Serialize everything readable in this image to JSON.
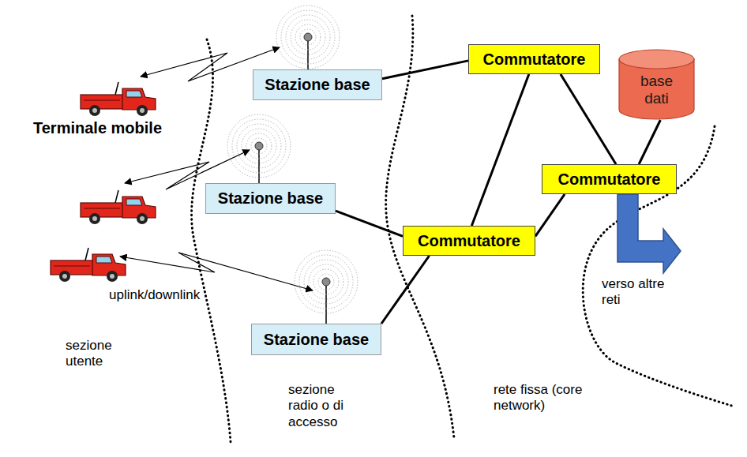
{
  "diagram": {
    "nodes": [
      {
        "text": [
          "Stazione base"
        ]
      },
      {
        "text": [
          "Commutatore"
        ]
      },
      {
        "text": [
          "base dati"
        ]
      },
      {
        "text": [
          "Stazione base"
        ]
      },
      {
        "text": [
          "Commutatore"
        ]
      },
      {
        "text": [
          "Commutatore"
        ]
      },
      {
        "text": [
          "Stazione base"
        ]
      }
    ],
    "edges": [
      {
        "from": 0,
        "to": 1,
        "arrow": "none"
      },
      {
        "from": 3,
        "to": 5,
        "arrow": "none"
      },
      {
        "from": 6,
        "to": 5,
        "arrow": "none"
      },
      {
        "from": 1,
        "to": 5,
        "arrow": "none"
      },
      {
        "from": 1,
        "to": 4,
        "arrow": "none"
      },
      {
        "from": 5,
        "to": 4,
        "arrow": "none"
      },
      {
        "from": 2,
        "to": 4,
        "arrow": "none"
      }
    ],
    "labels": [
      "Terminale mobile",
      "uplink/downlink",
      "sezione utente",
      "sezione radio o di accesso",
      "rete fissa (core network)",
      "verso altre reti"
    ]
  }
}
